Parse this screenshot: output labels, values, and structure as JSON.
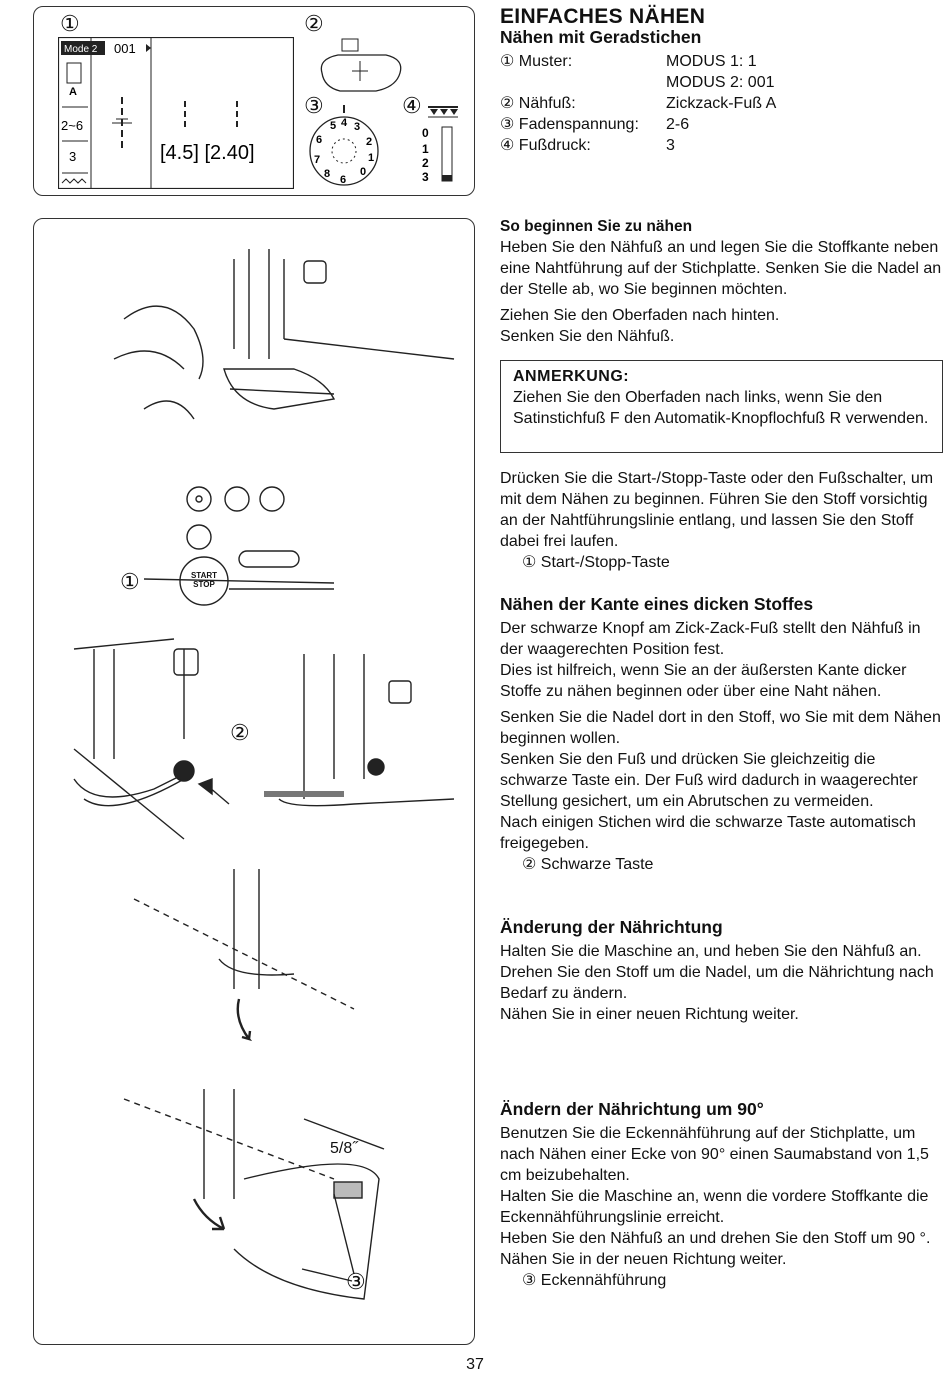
{
  "header": {
    "title": "EINFACHES NÄHEN",
    "subtitle": "Nähen mit Geradstichen",
    "specs": [
      {
        "label": "① Muster:",
        "value": "MODUS 1: 1"
      },
      {
        "label": "",
        "value": "MODUS 2: 001"
      },
      {
        "label": "② Nähfuß:",
        "value": "Zickzack-Fuß A"
      },
      {
        "label": "③ Fadenspannung:",
        "value": "2-6"
      },
      {
        "label": "④ Fußdruck:",
        "value": "3"
      }
    ]
  },
  "top_figure": {
    "callouts": [
      "①",
      "②",
      "③",
      "④"
    ],
    "lcd": {
      "mode_badge": "Mode 2",
      "pattern_no": "001",
      "foot_letter": "A",
      "tension_range": "2~6",
      "pressure_value": "3",
      "stitch_values": "[4.5] [2.40]"
    },
    "dial_numbers": [
      "5",
      "4",
      "3",
      "2",
      "1",
      "0",
      "6",
      "7",
      "8",
      "6"
    ],
    "pressure_scale": [
      "0",
      "1",
      "2",
      "3"
    ]
  },
  "section_begin": {
    "heading": "So beginnen Sie zu nähen",
    "p1": "Heben Sie den Nähfuß an und legen Sie die Stoffkante neben eine Nahtführung auf der Stichplatte. Senken Sie die Nadel an der Stelle ab, wo Sie beginnen möchten.",
    "p2": "Ziehen Sie den Oberfaden nach hinten.",
    "p3": "Senken Sie den Nähfuß.",
    "note_title": "ANMERKUNG:",
    "note_text": "Ziehen Sie den Oberfaden nach links, wenn Sie den Satinstichfuß F den Automatik-Knopflochfuß R verwenden.",
    "p4": "Drücken Sie die Start-/Stopp-Taste oder den Fußschalter, um mit dem Nähen zu beginnen. Führen Sie den Stoff vorsichtig an der Nahtführungslinie entlang, und lassen Sie den Stoff dabei frei laufen.",
    "legend": "① Start-/Stopp-Taste"
  },
  "section_thick": {
    "heading": "Nähen der Kante eines dicken Stoffes",
    "p1": "Der schwarze Knopf am Zick-Zack-Fuß stellt den Nähfuß in der waagerechten Position fest.",
    "p2": "Dies ist hilfreich, wenn Sie an der äußersten Kante dicker Stoffe zu nähen beginnen oder über eine Naht nähen.",
    "p3": "Senken Sie die Nadel dort in den Stoff, wo Sie mit dem Nähen beginnen wollen.",
    "p4": "Senken Sie den Fuß und drücken Sie gleichzeitig die schwarze Taste ein. Der Fuß wird dadurch in waagerechter Stellung gesichert, um ein Abrutschen zu vermeiden.",
    "p5": "Nach einigen Stichen wird die schwarze Taste automatisch freigegeben.",
    "legend": "② Schwarze Taste"
  },
  "section_direction": {
    "heading": "Änderung der Nährichtung",
    "p1": "Halten Sie die Maschine an, und heben Sie den Nähfuß an.",
    "p2": "Drehen Sie den Stoff um die Nadel, um die Nährichtung nach Bedarf zu ändern.",
    "p3": "Nähen Sie in einer neuen Richtung weiter."
  },
  "section_corner": {
    "heading": "Ändern der Nährichtung um 90°",
    "p1": "Benutzen Sie die Eckennähführung auf der Stichplatte, um nach Nähen einer Ecke von 90° einen Saumabstand von 1,5 cm beizubehalten.",
    "p2": "Halten Sie die Maschine an, wenn die vordere Stoffkante die Eckennähführungslinie erreicht.",
    "p3": "Heben Sie den Nähfuß an und drehen Sie den Stoff um 90 °.",
    "p4": "Nähen Sie in der neuen Richtung weiter.",
    "legend": "③ Eckennähführung"
  },
  "left_figure": {
    "callout_start": "①",
    "callout_button": "②",
    "callout_guide": "③",
    "start_label_1": "START",
    "start_label_2": "STOP",
    "seam_mark": "5/8˝"
  },
  "page_number": "37"
}
